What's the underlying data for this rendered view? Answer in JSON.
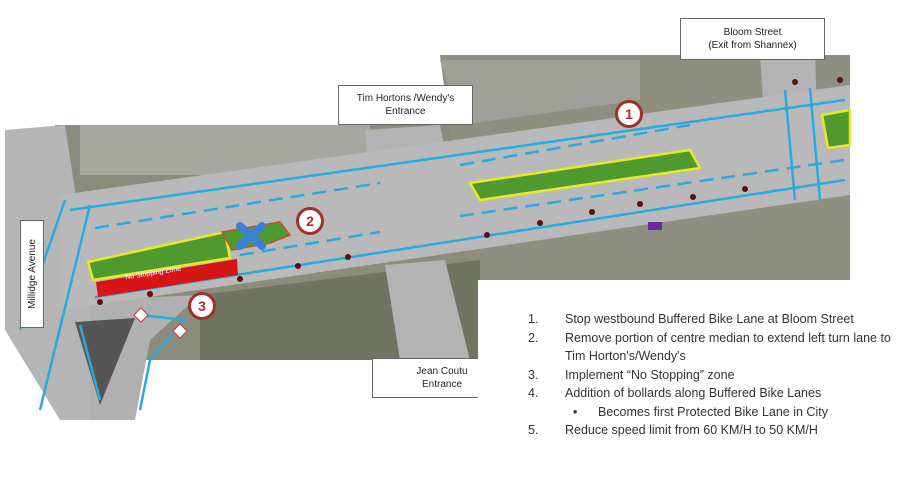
{
  "labels": {
    "bloom_street": [
      "Bloom Street",
      "(Exit from Shannex)"
    ],
    "tim_hortons": [
      "Tim Hortons /Wendy's",
      "Entrance"
    ],
    "jean_coutu": [
      "Jean Coutu",
      "Entrance"
    ],
    "millidge": "Millidge Avenue",
    "no_stopping": "No Stopping Zone"
  },
  "markers": [
    "1",
    "2",
    "3"
  ],
  "notes": [
    {
      "num": "1.",
      "text": "Stop westbound Buffered Bike Lane at Bloom Street"
    },
    {
      "num": "2.",
      "text": "Remove portion of centre median to extend left turn lane to Tim Horton's/Wendy's"
    },
    {
      "num": "3.",
      "text": "Implement “No Stopping” zone"
    },
    {
      "num": "4.",
      "text": "Addition of bollards along Buffered Bike Lanes"
    },
    {
      "num": "•",
      "text": "Becomes first Protected Bike Lane in City",
      "sub": true
    },
    {
      "num": "5.",
      "text": "Reduce speed limit from 60 KM/H to 50 KM/H"
    }
  ],
  "colors": {
    "bike_lane": "#2aa9e0",
    "median": "#4f9a2f",
    "median_outline": "#e8e82a",
    "no_stopping": "#d81515",
    "marker": "#a0302a",
    "removed_median_x": "#3b7fd6",
    "bollard": "#5a1010"
  }
}
